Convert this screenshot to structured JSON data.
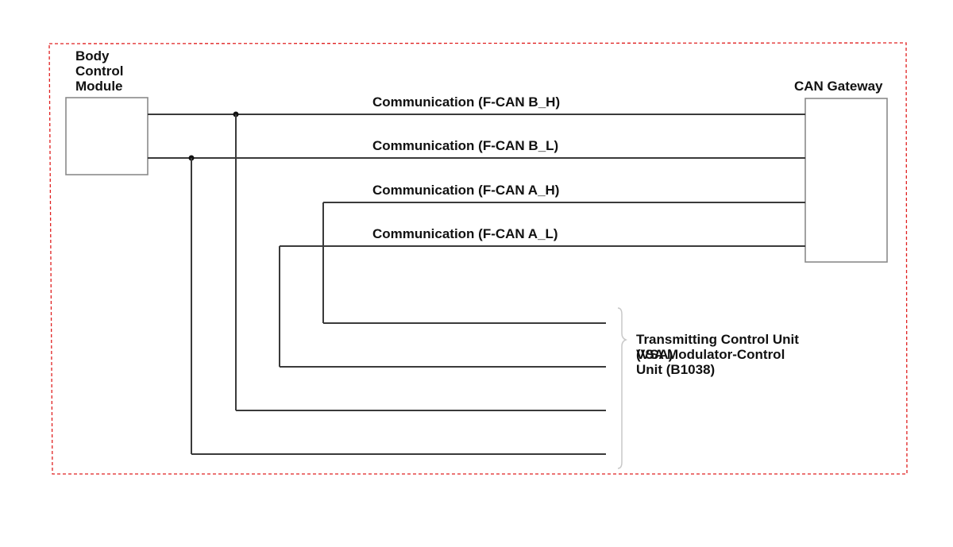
{
  "modules": {
    "bcm": {
      "lines": [
        "Body",
        "Control",
        "Module"
      ]
    },
    "gateway": {
      "label": "CAN Gateway"
    },
    "transmitter": {
      "line1": "Transmitting Control Unit",
      "line2_under": "(VSA)",
      "line2_over": "VSA Modulator-Control",
      "line3": "Unit (B1038)"
    }
  },
  "wires": {
    "fcan_b_h": "Communication (F-CAN B_H)",
    "fcan_b_l": "Communication (F-CAN B_L)",
    "fcan_a_h": "Communication (F-CAN A_H)",
    "fcan_a_l": "Communication (F-CAN A_L)"
  },
  "colors": {
    "border": "#e02020",
    "wire": "#3a3a3a",
    "box_stroke": "#8a8a8a",
    "brace": "#c8c8c8"
  }
}
